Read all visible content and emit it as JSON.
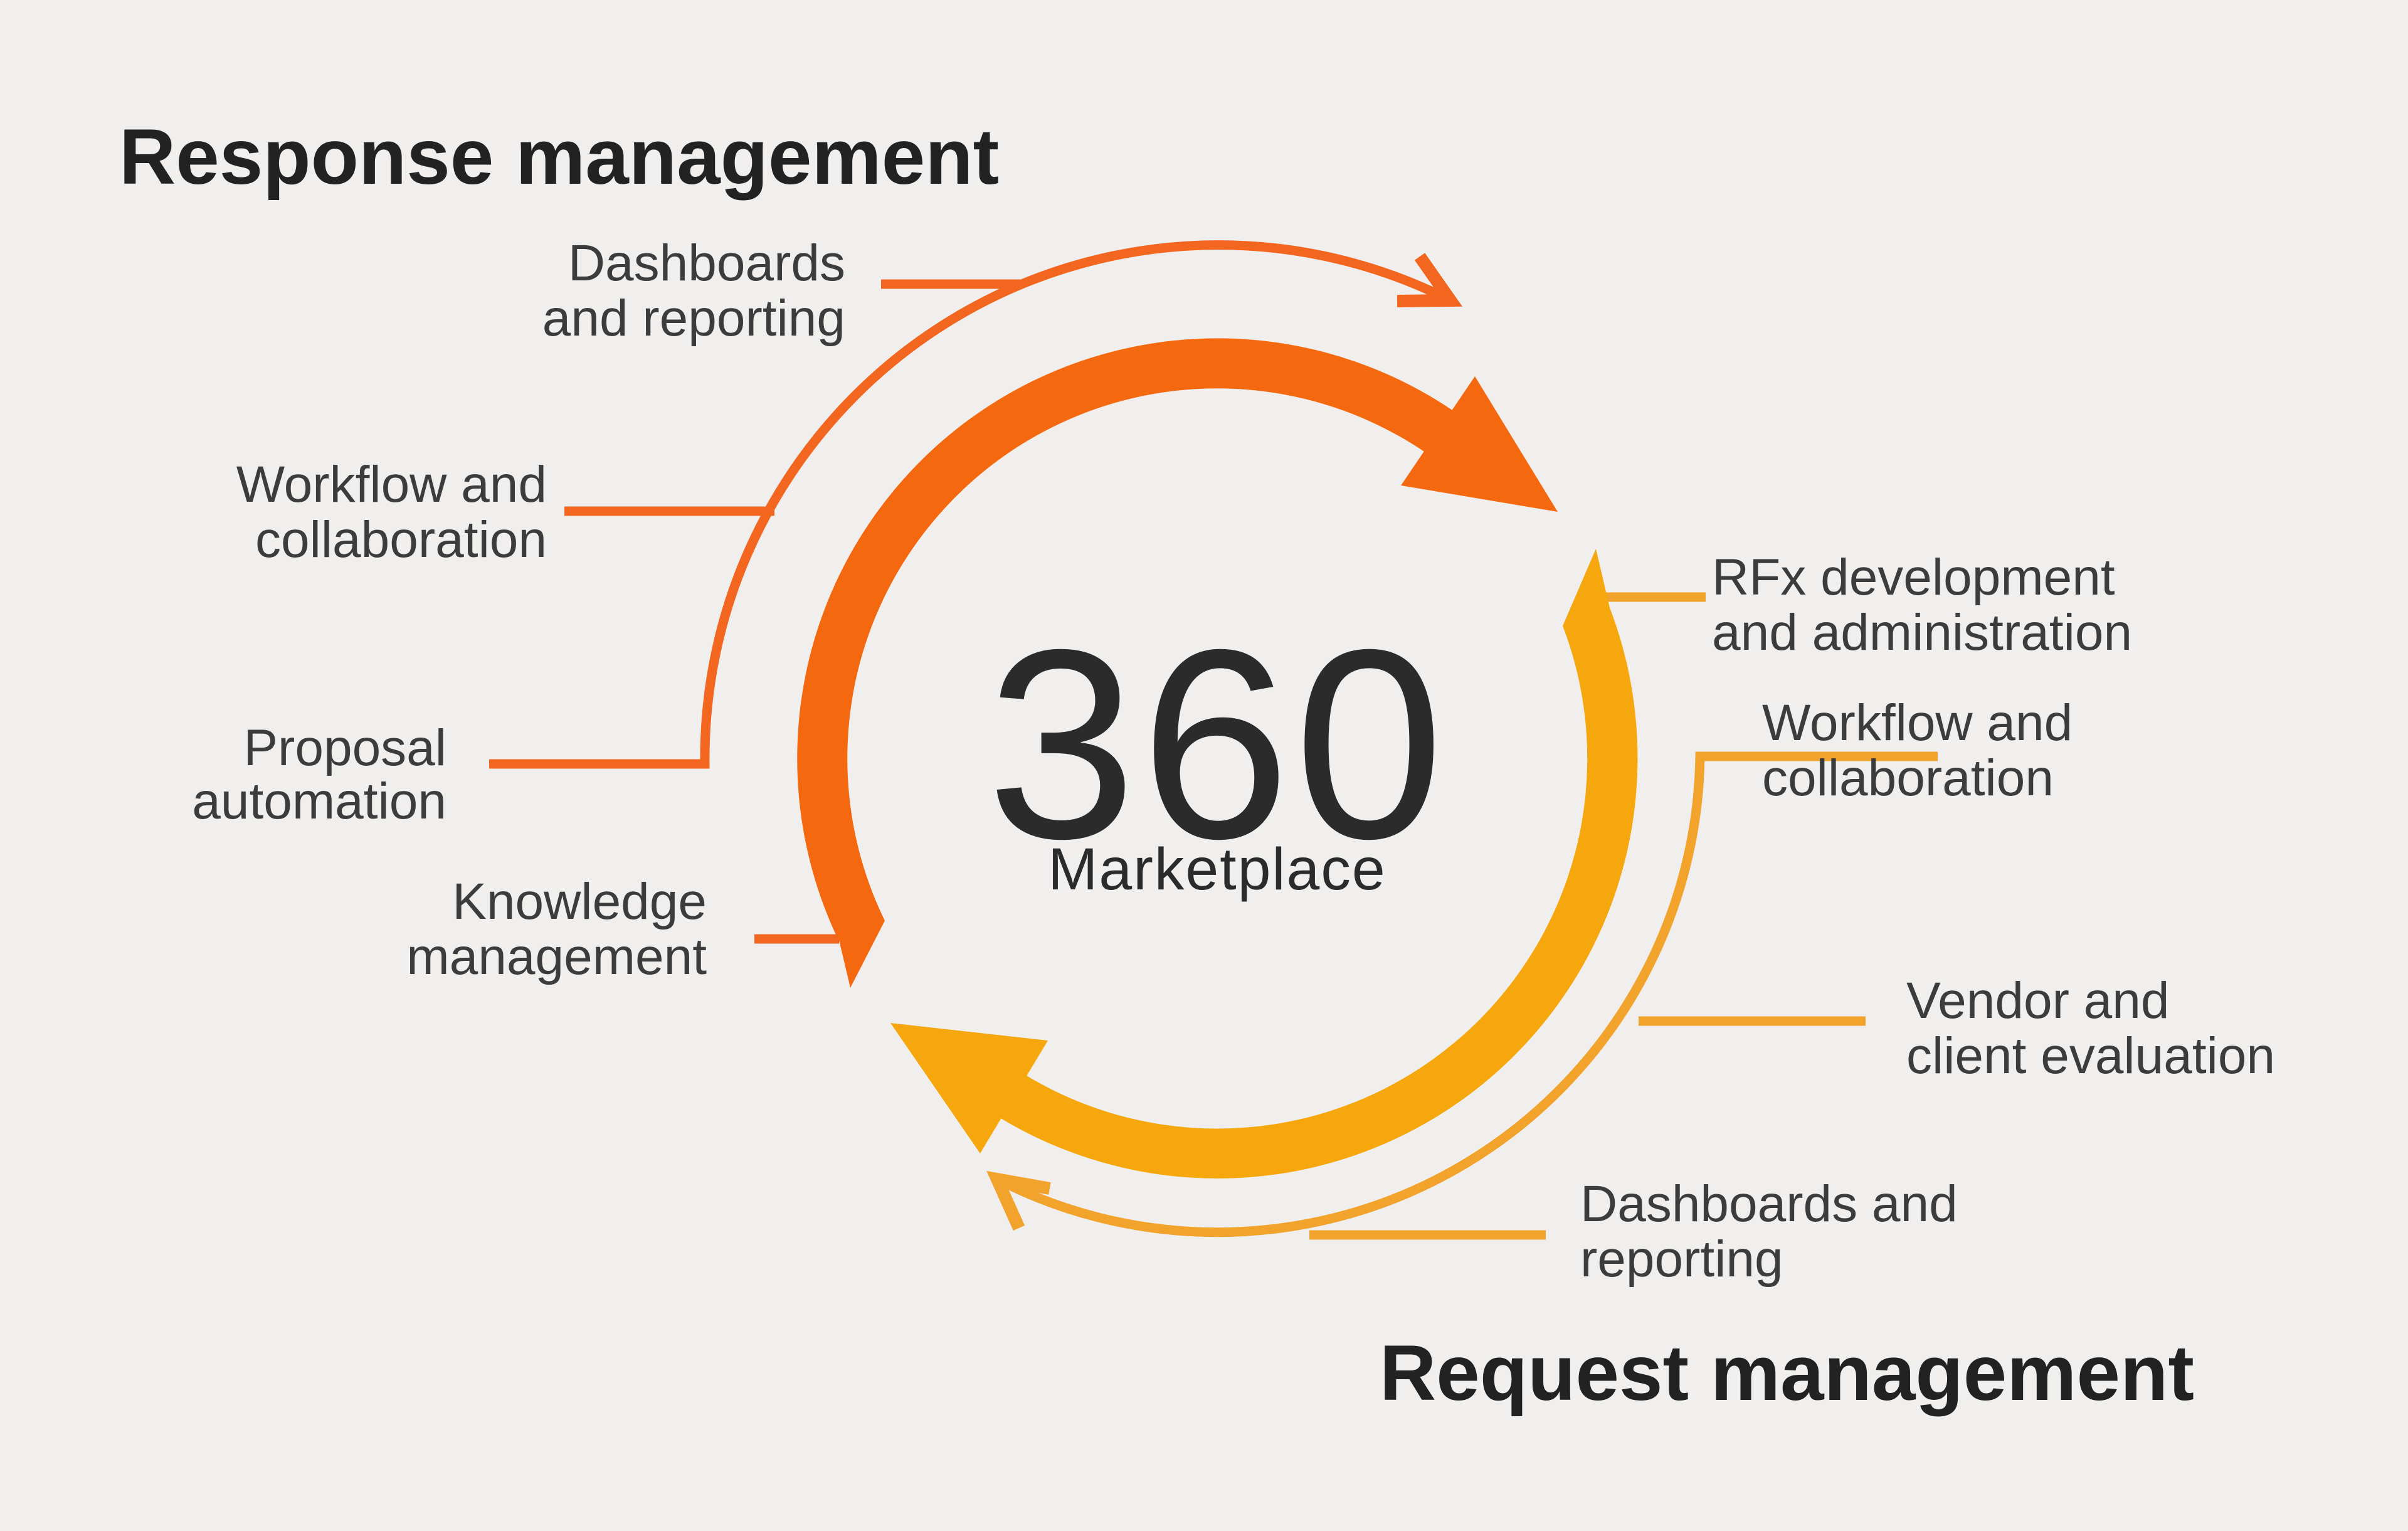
{
  "diagram": {
    "center": {
      "number": "360",
      "subtitle": "Marketplace"
    },
    "response": {
      "title": "Response management",
      "labels": [
        {
          "line1": "Dashboards",
          "line2": "and reporting"
        },
        {
          "line1": "Workflow and",
          "line2": "collaboration"
        },
        {
          "line1": "Proposal",
          "line2": "automation"
        },
        {
          "line1": "Knowledge",
          "line2": "management"
        }
      ]
    },
    "request": {
      "title": "Request management",
      "labels": [
        {
          "line1": "RFx development",
          "line2": "and administration"
        },
        {
          "line1": "Workflow and",
          "line2": "collaboration"
        },
        {
          "line1": "Vendor and",
          "line2": "client evaluation"
        },
        {
          "line1": "Dashboards and",
          "line2": "reporting"
        }
      ]
    }
  },
  "colors": {
    "orange": "#F4690F",
    "orange-thin": "#F2661F",
    "yellow": "#F5A70D",
    "yellow-thin": "#F1A32C",
    "bg": "#F0EFED",
    "ink": "#222222",
    "label": "#3C3C3C",
    "center": "#2B2B2B"
  }
}
